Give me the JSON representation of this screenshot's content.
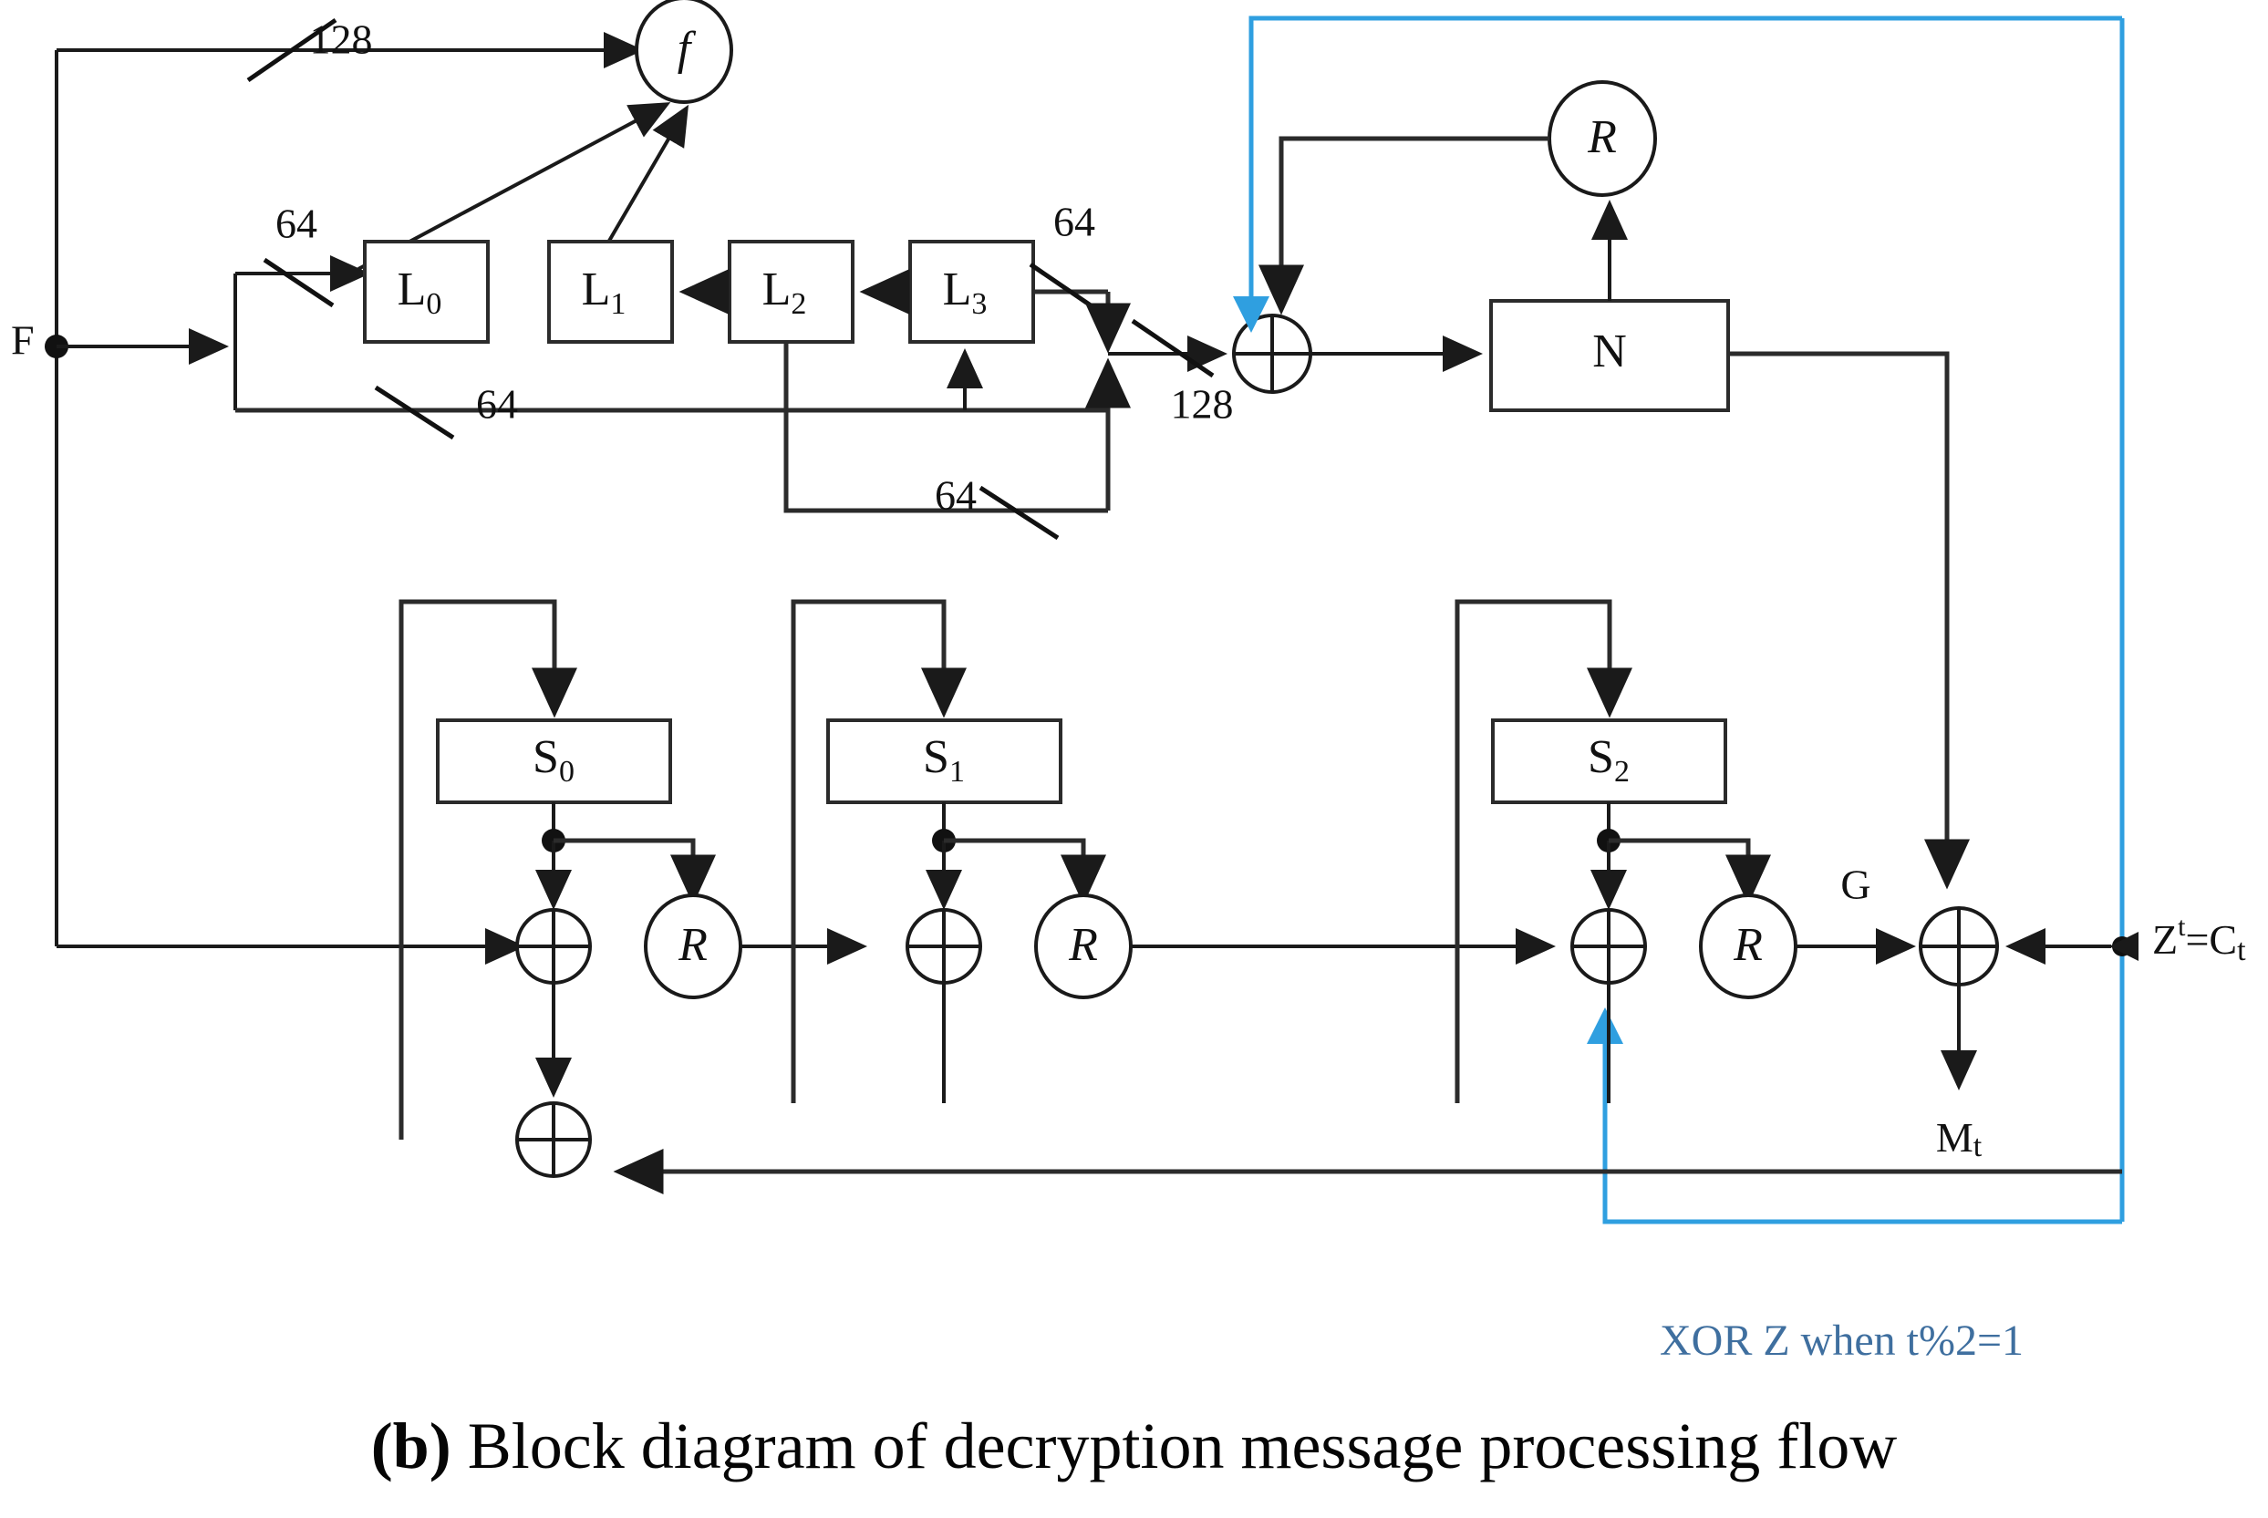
{
  "figure": {
    "caption_prefix": "(b)",
    "caption_text": " Block diagram of decryption message processing flow",
    "note": "XOR Z when t%2=1"
  },
  "colors": {
    "wire": "#1a1a1a",
    "block_stroke": "#2b2b2b",
    "blue_path": "#2f9fe0",
    "note_text": "#3f6f9f",
    "background": "#ffffff"
  },
  "labels": {
    "input_F": "F",
    "width_128_top": "128",
    "width_128_merge": "128",
    "width_64_a": "64",
    "width_64_b": "64",
    "width_64_c": "64",
    "width_64_d": "64",
    "output_G": "G",
    "output_Mt_M": "M",
    "output_Mt_t": "t",
    "io_Z": "Z",
    "io_Z_sup": "t",
    "io_eq_C": "=C",
    "io_C_sub": "t",
    "io_full": "Zt=Ct"
  },
  "blocks": {
    "f_node": "f",
    "L0": {
      "base": "L",
      "sub": "0"
    },
    "L1": {
      "base": "L",
      "sub": "1"
    },
    "L2": {
      "base": "L",
      "sub": "2"
    },
    "L3": {
      "base": "L",
      "sub": "3"
    },
    "N": "N",
    "S0": {
      "base": "S",
      "sub": "0"
    },
    "S1": {
      "base": "S",
      "sub": "1"
    },
    "S2": {
      "base": "S",
      "sub": "2"
    },
    "R_top": "R",
    "R0": "R",
    "R1": "R",
    "R2": "R",
    "xor_symbol": "+"
  },
  "diagram_meta": {
    "type": "block-diagram",
    "title": "Block diagram of decryption message processing flow",
    "stages": [
      "key-schedule-L-registers",
      "f-function",
      "N-register",
      "S0-stage",
      "S1-stage",
      "S2-stage",
      "output-mix"
    ],
    "bit_widths": [
      "128",
      "64",
      "64",
      "64",
      "64",
      "128"
    ]
  }
}
